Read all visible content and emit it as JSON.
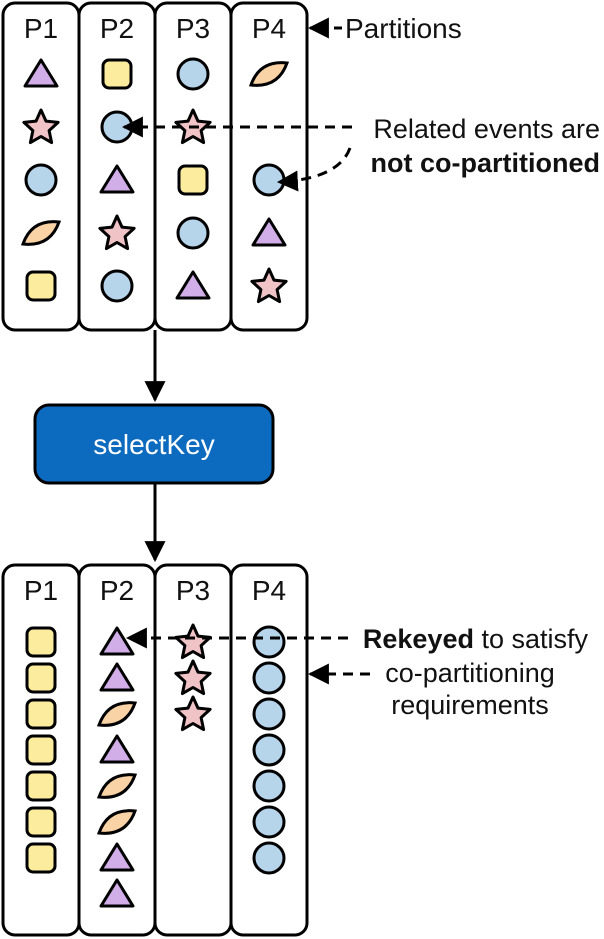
{
  "colors": {
    "outline": "#000000",
    "square": "#fcec9e",
    "circle": "#b6d4ea",
    "triangle": "#d2aee8",
    "star": "#f0c3c6",
    "leaf": "#f9d2a6",
    "button_fill": "#0d6bbf",
    "button_text": "#ffffff"
  },
  "top_group": {
    "headers": [
      "P1",
      "P2",
      "P3",
      "P4"
    ],
    "columns": [
      [
        "triangle",
        "star",
        "circle",
        "leaf",
        "square"
      ],
      [
        "square",
        "circle",
        "triangle",
        "star",
        "circle"
      ],
      [
        "circle",
        "star",
        "square",
        "circle",
        "triangle"
      ],
      [
        "leaf",
        null,
        "circle",
        "triangle",
        "star"
      ]
    ]
  },
  "operator": {
    "label": "selectKey"
  },
  "bottom_group": {
    "headers": [
      "P1",
      "P2",
      "P3",
      "P4"
    ],
    "columns": [
      [
        "square",
        "square",
        "square",
        "square",
        "square",
        "square",
        "square"
      ],
      [
        "triangle",
        "triangle",
        "leaf",
        "triangle",
        "leaf",
        "leaf",
        "triangle",
        "triangle"
      ],
      [
        "star",
        "star",
        "star"
      ],
      [
        "circle",
        "circle",
        "circle",
        "circle",
        "circle",
        "circle",
        "circle"
      ]
    ]
  },
  "annotations": {
    "partitions": "Partitions",
    "related_line1": "Related events are",
    "related_line2": "not co-partitioned",
    "rekeyed_bold": "Rekeyed",
    "rekeyed_rest": " to satisfy",
    "copart_line": "co-partitioning",
    "requirements_line": "requirements"
  }
}
